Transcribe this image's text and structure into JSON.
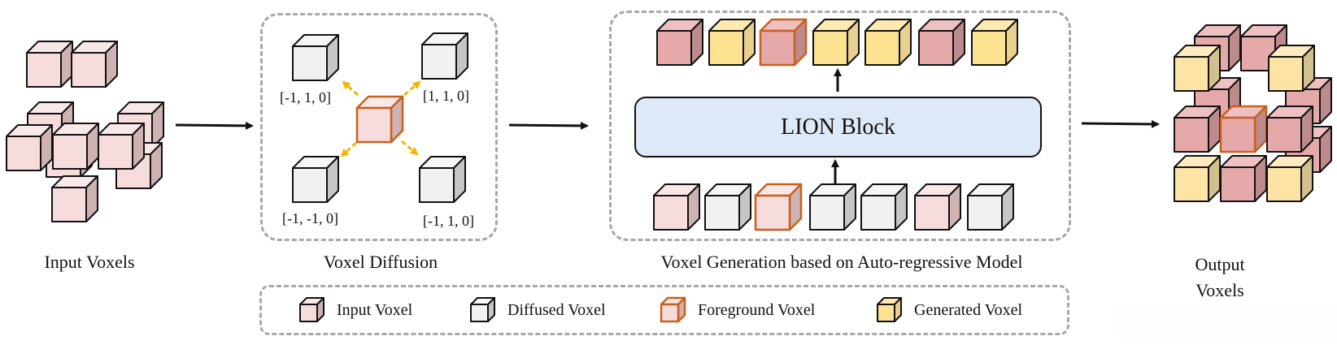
{
  "colors": {
    "input": {
      "front": "#f6dcdc",
      "top": "#f9e8e8",
      "side": "#cfb3b3",
      "stroke": "#111111"
    },
    "diffused": {
      "front": "#f1f1f1",
      "top": "#f6f6f6",
      "side": "#c6c6c6",
      "stroke": "#111111"
    },
    "foreground": {
      "front": "#f6dcdc",
      "top": "#f9e8e8",
      "side": "#cfb3b3",
      "stroke": "#c8601e"
    },
    "foreground_out": {
      "front": "#e5a9aa",
      "top": "#eec0c1",
      "side": "#bd8b8b",
      "stroke": "#c8601e"
    },
    "output_input": {
      "front": "#e5a9aa",
      "top": "#eec0c1",
      "side": "#bd8b8b",
      "stroke": "#111111"
    },
    "generated": {
      "front": "#fde291",
      "top": "#feeaaf",
      "side": "#e8d08f",
      "stroke": "#111111"
    },
    "generated_out": {
      "front": "#fde3a4",
      "top": "#feecc0",
      "side": "#d2c08e",
      "stroke": "#111111"
    },
    "arrow_dashed": "#f4b400",
    "panel_border": "#a8a8a8",
    "lion_fill": "#dde9f6"
  },
  "stages": {
    "input": {
      "label": "Input Voxels"
    },
    "diffusion": {
      "label": "Voxel Diffusion",
      "coords": [
        "[-1, 1, 0]",
        "[1, 1, 0]",
        "[-1, -1, 0]",
        "[-1, 1, 0]"
      ]
    },
    "generation": {
      "label": "Voxel Generation based on Auto-regressive Model",
      "block_label": "LION Block",
      "input_sequence": [
        "input",
        "diffused",
        "foreground",
        "diffused",
        "diffused",
        "input",
        "diffused"
      ],
      "output_sequence": [
        "output_input",
        "generated",
        "foreground_out",
        "generated",
        "generated",
        "output_input",
        "generated"
      ]
    },
    "output": {
      "label_line1": "Output",
      "label_line2": "Voxels"
    }
  },
  "legend": {
    "items": [
      {
        "key": "input",
        "label": "Input Voxel"
      },
      {
        "key": "diffused",
        "label": "Diffused Voxel"
      },
      {
        "key": "foreground",
        "label": "Foreground Voxel"
      },
      {
        "key": "generated",
        "label": "Generated Voxel"
      }
    ]
  }
}
